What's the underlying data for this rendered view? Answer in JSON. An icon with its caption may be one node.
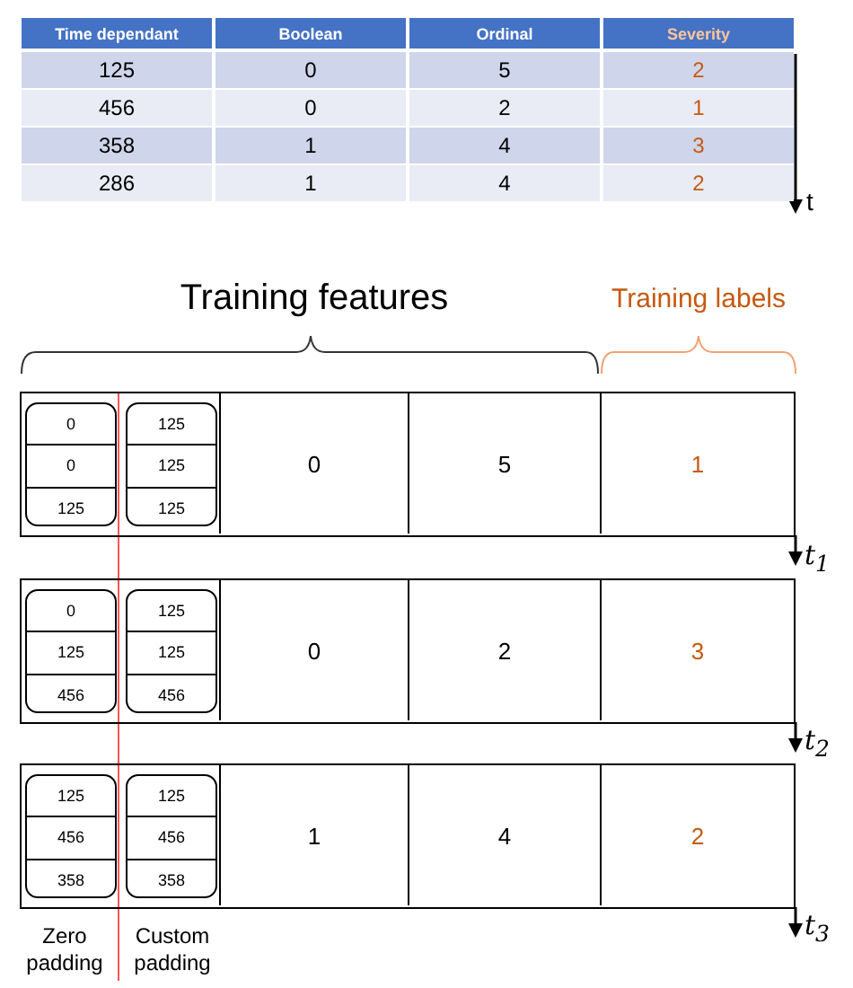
{
  "diagram": {
    "nodes": [
      {
        "text": [],
        "shape": "box"
      },
      {
        "text": [],
        "shape": "box",
        "in": 0
      },
      {
        "text": [
          "0"
        ],
        "in": 1
      },
      {
        "text": [
          "0"
        ],
        "in": 1
      },
      {
        "text": [
          "125"
        ],
        "in": 1
      },
      {
        "text": [],
        "shape": "box",
        "in": 0
      },
      {
        "text": [
          "125"
        ],
        "in": 5
      },
      {
        "text": [
          "125"
        ],
        "in": 5
      },
      {
        "text": [
          "125"
        ],
        "in": 5
      },
      {
        "text": [
          "0"
        ],
        "in": 0
      },
      {
        "text": [
          "5"
        ],
        "in": 0
      },
      {
        "text": [
          "1"
        ],
        "in": 0
      },
      {
        "text": [],
        "shape": "box"
      },
      {
        "text": [],
        "shape": "box",
        "in": 12
      },
      {
        "text": [
          "0"
        ],
        "in": 13
      },
      {
        "text": [
          "125"
        ],
        "in": 13
      },
      {
        "text": [
          "456"
        ],
        "in": 13
      },
      {
        "text": [],
        "shape": "box",
        "in": 12
      },
      {
        "text": [
          "125"
        ],
        "in": 17
      },
      {
        "text": [
          "125"
        ],
        "in": 17
      },
      {
        "text": [
          "456"
        ],
        "in": 17
      },
      {
        "text": [
          "0"
        ],
        "in": 12
      },
      {
        "text": [
          "2"
        ],
        "in": 12
      },
      {
        "text": [
          "3"
        ],
        "in": 12
      },
      {
        "text": [],
        "shape": "box"
      },
      {
        "text": [],
        "shape": "box",
        "in": 24
      },
      {
        "text": [
          "125"
        ],
        "in": 25
      },
      {
        "text": [
          "456"
        ],
        "in": 25
      },
      {
        "text": [
          "358"
        ],
        "in": 25
      },
      {
        "text": [],
        "shape": "box",
        "in": 24
      },
      {
        "text": [
          "125"
        ],
        "in": 29
      },
      {
        "text": [
          "456"
        ],
        "in": 29
      },
      {
        "text": [
          "358"
        ],
        "in": 29
      },
      {
        "text": [
          "1"
        ],
        "in": 24
      },
      {
        "text": [
          "4"
        ],
        "in": 24
      },
      {
        "text": [
          "2"
        ],
        "in": 24
      }
    ],
    "edges": [],
    "labels": [
      "Time dependant",
      "Boolean",
      "Ordinal",
      "Severity",
      "125",
      "0",
      "5",
      "2",
      "456",
      "0",
      "2",
      "1",
      "358",
      "1",
      "4",
      "3",
      "286",
      "1",
      "4",
      "2",
      "t",
      "Training features",
      "Training labels",
      "t$_{1}$",
      "t$_{2}$",
      "t$_{3}$",
      "Zero padding",
      "Custom padding"
    ]
  }
}
